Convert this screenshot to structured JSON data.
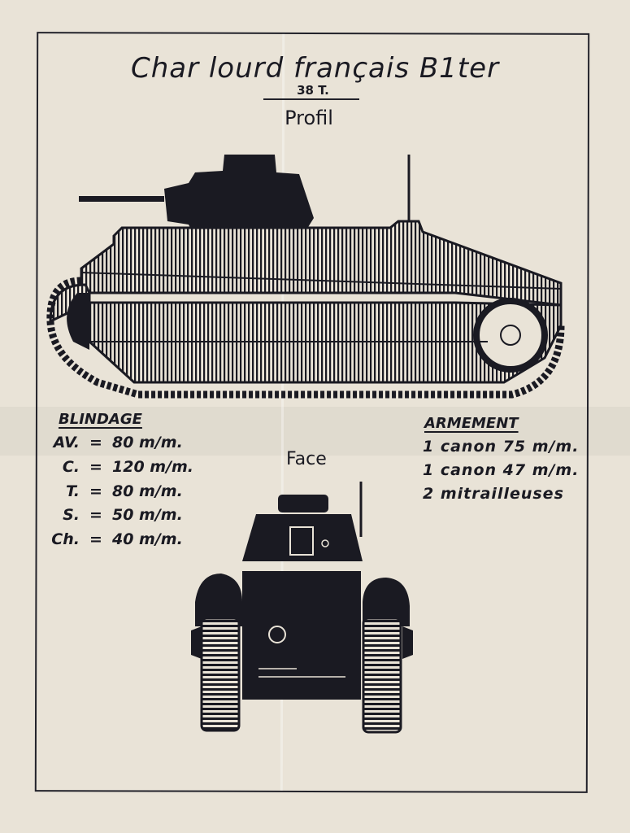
{
  "header": {
    "title": "Char lourd français B1ter",
    "weight": "38 T.",
    "view_profile": "Profil"
  },
  "armor": {
    "heading": "BLINDAGE",
    "rows": [
      {
        "label": "AV.",
        "eq": "=",
        "value": "80 m/m."
      },
      {
        "label": "C.",
        "eq": "=",
        "value": "120 m/m."
      },
      {
        "label": "T.",
        "eq": "=",
        "value": "80 m/m."
      },
      {
        "label": "S.",
        "eq": "=",
        "value": "50 m/m."
      },
      {
        "label": "Ch.",
        "eq": "=",
        "value": "40 m/m."
      }
    ]
  },
  "front_view": {
    "label": "Face"
  },
  "armament": {
    "heading": "ARMEMENT",
    "items": [
      "1 canon  75 m/m.",
      "1 canon  47 m/m.",
      "2 mitrailleuses"
    ]
  },
  "colors": {
    "paper": "#e9e3d7",
    "ink": "#1a1a22"
  }
}
